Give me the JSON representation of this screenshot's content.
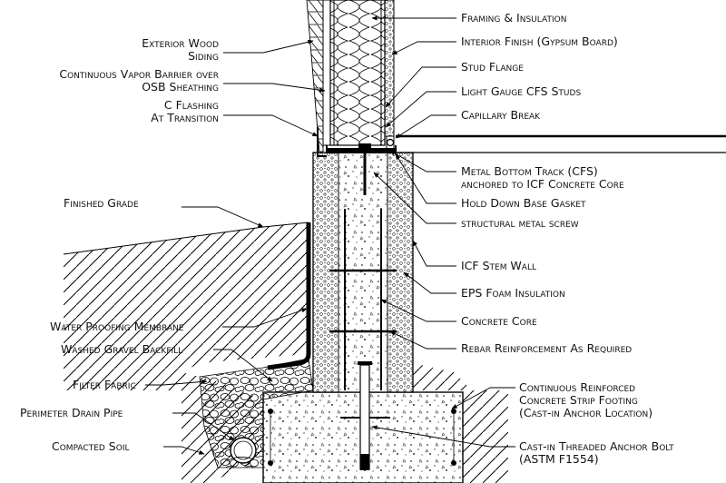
{
  "diagram": {
    "labels_right": {
      "framing_insulation": "Framing & Insulation",
      "interior_finish": "Interior Finish (Gypsum Board)",
      "stud_flange": "Stud Flange",
      "light_gauge_studs": "Light Gauge CFS Studs",
      "capillary_break": "Capillary Break",
      "bottom_track_1": "Metal Bottom Track (CFS)",
      "bottom_track_2": "anchored to ICF Concrete Core",
      "hold_down_gasket": "Hold Down Base Gasket",
      "metal_screw": "structural metal screw",
      "icf_stem_wall": "ICF Stem Wall",
      "eps_foam": "EPS Foam Insulation",
      "concrete_core": "Concrete Core",
      "rebar": "Rebar Reinforcement As Required",
      "strip_footing_1": "Continuous Reinforced",
      "strip_footing_2": "Concrete Strip Footing",
      "strip_footing_3": "(Cast-in Anchor Location)",
      "anchor_bolt_1": "Cast-in Threaded Anchor Bolt",
      "anchor_bolt_2": "(ASTM F1554)"
    },
    "labels_left": {
      "exterior_siding_1": "Exterior Wood",
      "exterior_siding_2": "Siding",
      "vapor_barrier_1": "Continuous Vapor Barrier over",
      "vapor_barrier_2": "OSB Sheathing",
      "c_flashing_1": "C Flashing",
      "c_flashing_2": "At Transition",
      "finished_grade": "Finished Grade",
      "waterproofing": "Water Proofing Membrane",
      "gravel_backfill": "Washed Gravel Backfill",
      "filter_fabric": "Filter Fabric",
      "drain_pipe": "Perimeter Drain Pipe",
      "compacted_soil": "Compacted Soil"
    }
  }
}
